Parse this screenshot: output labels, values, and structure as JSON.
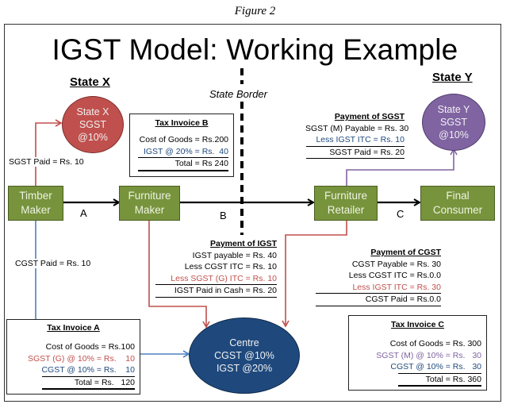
{
  "figure_caption": "Figure 2",
  "title": "IGST Model: Working Example",
  "state_x_heading": "State X",
  "state_y_heading": "State Y",
  "state_border_label": "State Border",
  "colors": {
    "node_green": "#77933c",
    "state_x_red": "#c0504d",
    "state_y_purple": "#8064a2",
    "centre_blue": "#1f497d"
  },
  "circles": {
    "state_x": [
      "State X",
      "SGST",
      "@10%"
    ],
    "state_y": [
      "State Y",
      "SGST",
      "@10%"
    ],
    "centre": [
      "Centre",
      "CGST @10%",
      "IGST @20%"
    ]
  },
  "nodes": {
    "timber_maker": [
      "Timber",
      "Maker"
    ],
    "furniture_maker": [
      "Furniture",
      "Maker"
    ],
    "furniture_retailer": [
      "Furniture",
      "Retailer"
    ],
    "final_consumer": [
      "Final",
      "Consumer"
    ]
  },
  "segments": {
    "a": "A",
    "b": "B",
    "c": "C"
  },
  "flow_labels": {
    "sgst_paid": "SGST Paid = Rs. 10",
    "cgst_paid": "CGST Paid = Rs. 10"
  },
  "tax_invoice_a": {
    "title": "Tax Invoice A",
    "lines": [
      "Cost of Goods = Rs.100",
      "SGST (G) @ 10% = Rs.    10",
      "CGST @ 10% = Rs.    10",
      "Total = Rs.   120"
    ]
  },
  "tax_invoice_b": {
    "title": "Tax Invoice B",
    "lines": [
      "Cost of Goods = Rs.200",
      "IGST @ 20% = Rs.  40",
      "Total = Rs 240"
    ]
  },
  "tax_invoice_c": {
    "title": "Tax Invoice C",
    "lines": [
      "Cost of Goods = Rs. 300",
      "SGST (M) @ 10% = Rs.   30",
      "CGST @ 10% = Rs.   30",
      "Total = Rs. 360"
    ]
  },
  "payment_sgst": {
    "title": "Payment of SGST",
    "lines": [
      "SGST (M) Payable = Rs. 30",
      "Less IGST ITC = Rs. 10",
      "SGST Paid = Rs. 20"
    ]
  },
  "payment_igst": {
    "title": "Payment of IGST",
    "lines": [
      "IGST payable = Rs. 40",
      "Less CGST ITC = Rs. 10",
      "Less SGST (G) ITC = Rs. 10",
      "IGST Paid in Cash = Rs. 20"
    ]
  },
  "payment_cgst": {
    "title": "Payment of CGST",
    "lines": [
      "CGST Payable = Rs. 30",
      "Less CGST ITC = Rs.0.0",
      "Less IGST ITC = Rs. 30",
      "CGST Paid = Rs.0.0"
    ]
  }
}
